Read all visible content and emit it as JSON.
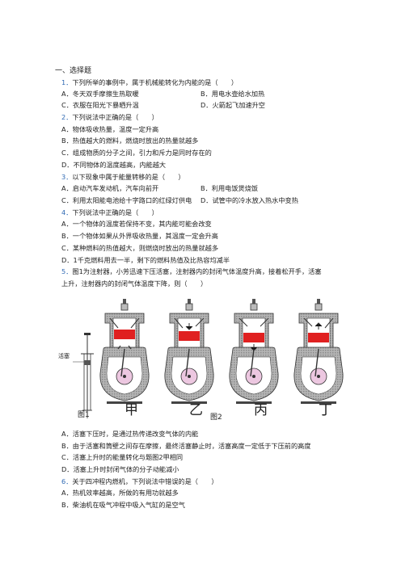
{
  "section": "一、选择题",
  "q1": {
    "num": "1．",
    "stem": "下列所举的事例中，属于机械能转化为内能的是（　　）",
    "A": "A．冬天双手摩擦生热取暖",
    "B": "B．用电水壶给水加热",
    "C": "C．衣服在阳光下暴晒升温",
    "D": "D．火箭起飞加速升空"
  },
  "q2": {
    "num": "2．",
    "stem": "下列说法中正确的是（　　）",
    "A": "A．物体吸收热量，温度一定升高",
    "B": "B．热值越大的燃料，燃烧时放出的热量就越多",
    "C": "C．组成物质的分子之间，引力和斥力是同时存在的",
    "D": "D．不同物体的温度越高，内能越大"
  },
  "q3": {
    "num": "3．",
    "stem": "以下现象中属于能量转移的是（　　）",
    "A": "A．启动汽车发动机，汽车向前开",
    "B": "B．利用电饭煲烧饭",
    "C": "C．利用太阳能电池给十字路口的红绿灯供电",
    "D": "D．试管中的冷水放入热水中变热"
  },
  "q4": {
    "num": "4．",
    "stem": "下列说法中正确的是（　　）",
    "A": "A．一个物体的温度若保持不变，其内能可能会改变",
    "B": "B．一个物体如果从外界吸收热量，其温度一定会升高",
    "C": "C．某种燃料的热值越大，则燃烧时放出的热量就越多",
    "D": "D．1千克燃料用去一半，剩下的燃料热值及比热容均减半"
  },
  "q5": {
    "num": "5．",
    "stem1": "图1为注射器，小芳迅速下压活塞，注射器内的封闭气体温度升高，接着松开手，活塞",
    "stem2": "上升，注射器内的封闭气体温度下降，则（　　）",
    "A": "A．活塞下压时，是通过热传递改变气体的内能",
    "B": "B．由于活塞和筒壁之间存在摩擦，最终活塞静止时，活塞高度一定低于下压前的高度",
    "C": "C．活塞上升时的能量转化与题图2甲相同",
    "D": "D．活塞上升时封闭气体的分子动能减小"
  },
  "figure": {
    "label_piston": "活塞",
    "fig1": "图1",
    "fig2": "图2",
    "jia": "甲",
    "yi": "乙",
    "bing": "丙",
    "ding": "丁"
  },
  "q6": {
    "num": "6．",
    "stem": "关于四冲程内燃机，下列说法中错误的是（　　）",
    "A": "A．热机效率越高，所做的有用功就越多",
    "B": "B．柴油机在吸气冲程中吸入气缸的是空气"
  },
  "colors": {
    "question_number": "#2f69b3",
    "piston_red": "#e02020",
    "shading": "#9a9a9a",
    "crank": "#d9a5c8"
  }
}
